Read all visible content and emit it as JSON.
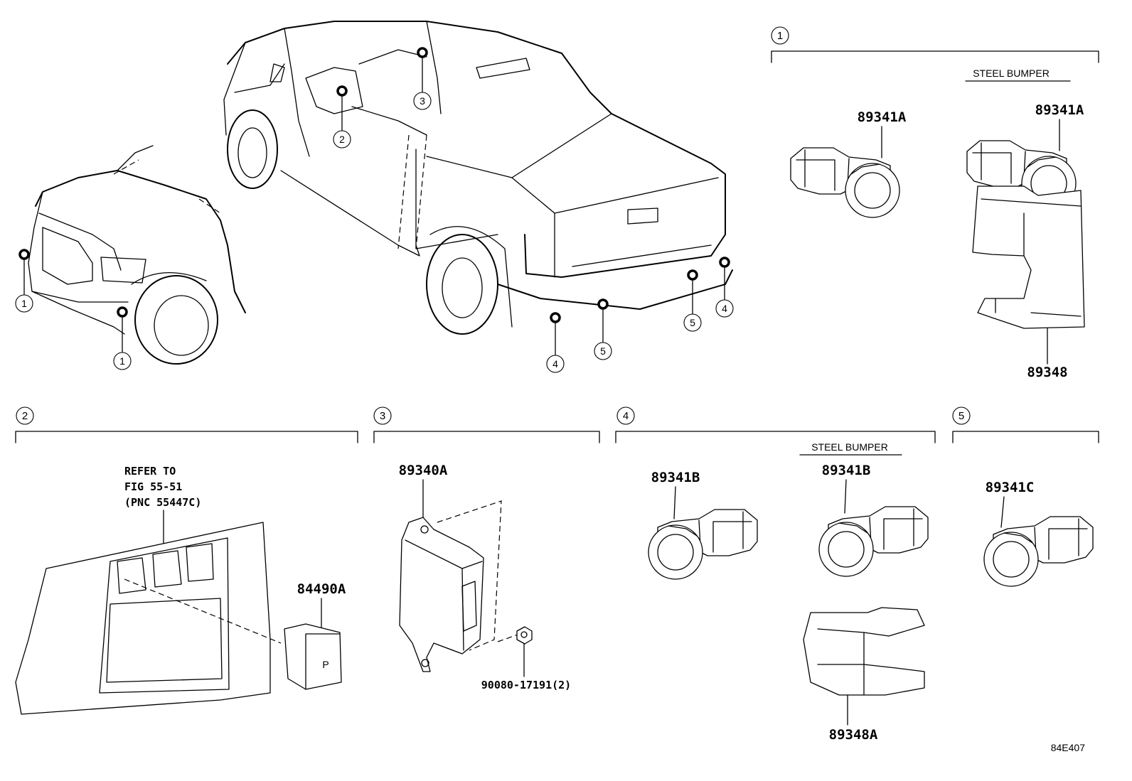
{
  "diagram_id": "84E407",
  "labels": {
    "steel_bumper_1": "STEEL BUMPER",
    "steel_bumper_4": "STEEL BUMPER",
    "refer_line1": "REFER TO",
    "refer_line2": "FIG 55-51",
    "refer_line3": "(PNC 55447C)"
  },
  "sections": [
    {
      "index": "1"
    },
    {
      "index": "2"
    },
    {
      "index": "3"
    },
    {
      "index": "4"
    },
    {
      "index": "5"
    }
  ],
  "parts": {
    "s1_sensor_a": "89341A",
    "s1_sensor_b": "89341A",
    "s1_retainer": "89348",
    "s2_switch": "84490A",
    "s3_ecu": "89340A",
    "s3_nut": "90080-17191(2)",
    "s4_sensor_a": "89341B",
    "s4_sensor_b": "89341B",
    "s4_retainer": "89348A",
    "s5_sensor": "89341C"
  },
  "switch_label": "P",
  "callouts": {
    "c1a": "1",
    "c1b": "1",
    "c2": "2",
    "c3": "3",
    "c4a": "4",
    "c4b": "4",
    "c5a": "5",
    "c5b": "5"
  }
}
